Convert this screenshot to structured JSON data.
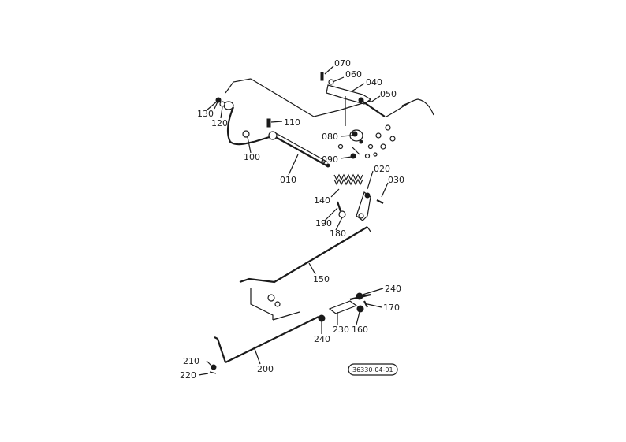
{
  "diagram": {
    "part_labels": {
      "p070": "070",
      "p060": "060",
      "p040": "040",
      "p050": "050",
      "p130": "130",
      "p120": "120",
      "p110": "110",
      "p100": "100",
      "p080": "080",
      "p090": "090",
      "p010": "010",
      "p020": "020",
      "p030": "030",
      "p140": "140",
      "p190": "190",
      "p180": "180",
      "p150": "150",
      "p240a": "240",
      "p170": "170",
      "p230": "230",
      "p160": "160",
      "p240b": "240",
      "p210": "210",
      "p220": "220",
      "p200": "200"
    },
    "drawing_code": "36330-04-01"
  }
}
